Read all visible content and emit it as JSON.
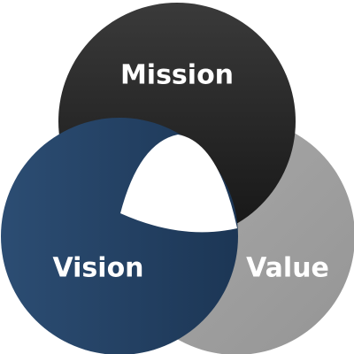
{
  "diagram": {
    "type": "venn",
    "sets": [
      {
        "label": "Mission",
        "color": "#2b2b2b"
      },
      {
        "label": "Vision",
        "color": "#264466"
      },
      {
        "label": "Value",
        "color": "#a0a0a0"
      }
    ],
    "center_color": "#ffffff"
  }
}
